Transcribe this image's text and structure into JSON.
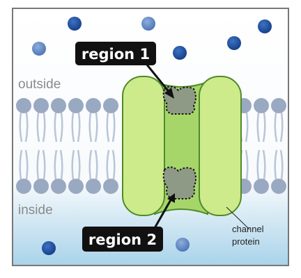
{
  "labels": {
    "region1": "region 1",
    "region2": "region 2",
    "outside": "outside",
    "inside": "inside",
    "protein_line1": "channel",
    "protein_line2": "protein"
  },
  "colors": {
    "frame": "#777777",
    "membrane_head": "#9aa9c2",
    "membrane_tail": "#b9c5d8",
    "protein_light": "#cdeb8b",
    "protein_mid": "#a6d66a",
    "protein_stroke": "#4f8a2a",
    "region_fill": "#8f9a86",
    "ion_dark": "#1f4f9e",
    "ion_light": "#5d86c4",
    "callout_bg": "#111111",
    "inside_top": "#eaf4fa",
    "inside_bottom": "#a9d3ea"
  },
  "icons": {
    "ion": "circle-ion-icon",
    "lipid": "phospholipid-icon"
  }
}
